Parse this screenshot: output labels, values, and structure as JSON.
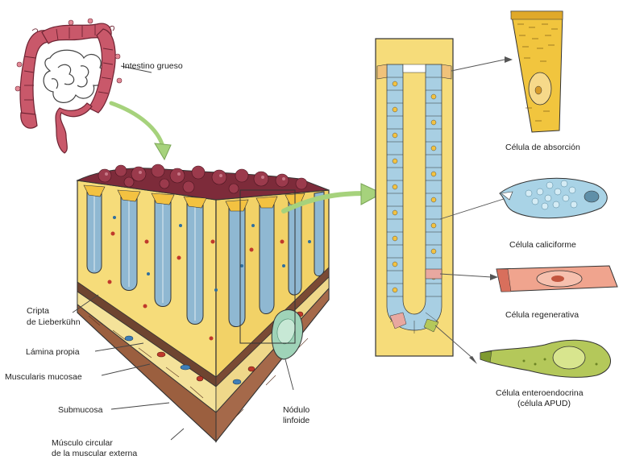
{
  "colors": {
    "colon": "#b5495b",
    "small_intestine": "#ffffff",
    "mucosa_yellow": "#f6dc7a",
    "surface_maroon": "#7d2b3a",
    "goblet_blue": "#a8cfe3",
    "arrow_green": "#a6d27c",
    "absorptive_cell": "#f1c53e",
    "goblet_cell": "#a9d3e6",
    "regenerative_cell": "#f0a48e",
    "enteroendocrine_cell": "#b4c85a",
    "lymph_nodule": "#9fd3b8"
  },
  "labels": {
    "large_intestine": "Intestino grueso",
    "crypt": "Cripta",
    "crypt_2": "de Lieberkühn",
    "lamina_propria": "Lámina propia",
    "muscularis_mucosae": "Muscularis mucosae",
    "submucosa": "Submucosa",
    "circular_muscle": "Músculo circular",
    "circular_muscle_2": "de la muscular externa",
    "lymph_nodule": "Nódulo",
    "lymph_nodule_2": "linfoide",
    "absorptive_cell": "Célula de absorción",
    "goblet_cell": "Célula caliciforme",
    "regenerative_cell": "Célula regenerativa",
    "enteroendocrine_cell": "Célula enteroendocrina",
    "enteroendocrine_cell_2": "(célula APUD)"
  }
}
